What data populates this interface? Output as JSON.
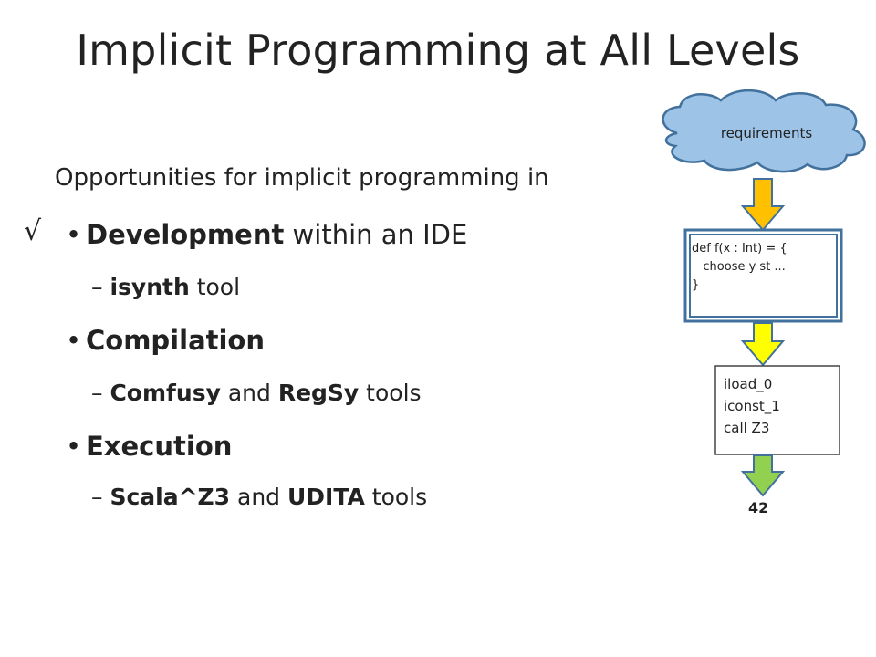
{
  "slide": {
    "title": "Implicit Programming at All Levels",
    "intro": "Opportunities for implicit programming in",
    "check_mark": "√",
    "bullets": [
      {
        "head_bold": "Development",
        "head_rest": " within an IDE",
        "sub_dash": "–",
        "sub": [
          {
            "text": "isynth",
            "bold": true
          },
          {
            "text": " tool",
            "bold": false
          }
        ]
      },
      {
        "head_bold": "Compilation",
        "head_rest": "",
        "sub_dash": "–",
        "sub": [
          {
            "text": "Comfusy",
            "bold": true
          },
          {
            "text": " and ",
            "bold": false
          },
          {
            "text": "RegSy",
            "bold": true
          },
          {
            "text": " tools",
            "bold": false
          }
        ]
      },
      {
        "head_bold": "Execution",
        "head_rest": "",
        "sub_dash": "–",
        "sub": [
          {
            "text": "Scala^Z3",
            "bold": true
          },
          {
            "text": " and ",
            "bold": false
          },
          {
            "text": "UDITA",
            "bold": true
          },
          {
            "text": " tools",
            "bold": false
          }
        ]
      }
    ]
  },
  "diagram": {
    "cloud_label": "requirements",
    "code_lines": [
      "def f(x : Int) = {",
      "   choose y st ...",
      "}"
    ],
    "bytecode_lines": [
      "iload_0",
      "iconst_1",
      "call Z3"
    ],
    "result": "42",
    "colors": {
      "cloud_fill": "#9dc3e6",
      "cloud_stroke": "#41719c",
      "arrow1": "#ffc000",
      "arrow2": "#ffff00",
      "arrow3": "#92d050",
      "box_border": "#41719c"
    }
  }
}
